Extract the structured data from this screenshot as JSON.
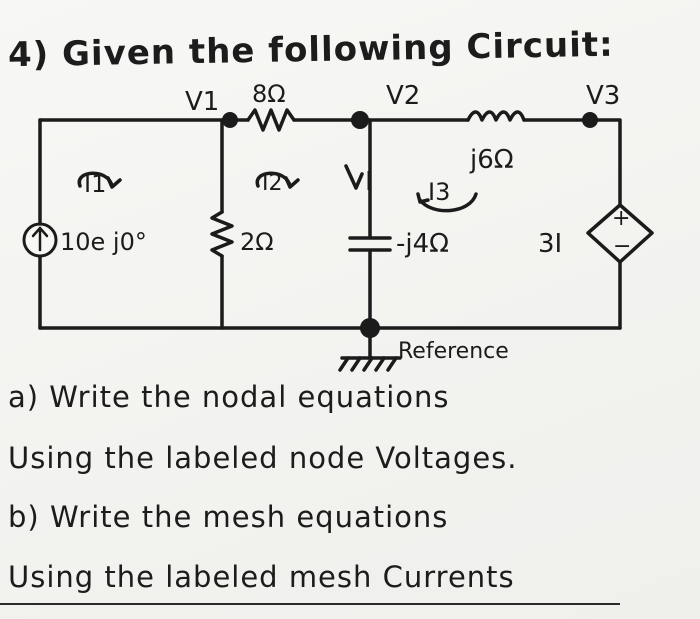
{
  "title": "4) Given the following Circuit:",
  "nodes": {
    "v1": "V1",
    "v2": "V2",
    "v3": "V3",
    "reference": "Reference"
  },
  "components": {
    "r_series": "8Ω",
    "r_shunt": "2Ω",
    "inductor": "j6Ω",
    "capacitor": "-j4Ω",
    "source": "10e j0°",
    "dependent_source": "3I",
    "dep_plus": "+",
    "dep_minus": "−"
  },
  "currents": {
    "i1": "I1",
    "i2": "I2",
    "i3": "I3",
    "i": "I"
  },
  "questions": {
    "a_line1": "a) Write the nodal equations",
    "a_line2": "Using the labeled node Voltages.",
    "b_line1": "b) Write the mesh equations",
    "b_line2": "Using the labeled mesh Currents"
  }
}
